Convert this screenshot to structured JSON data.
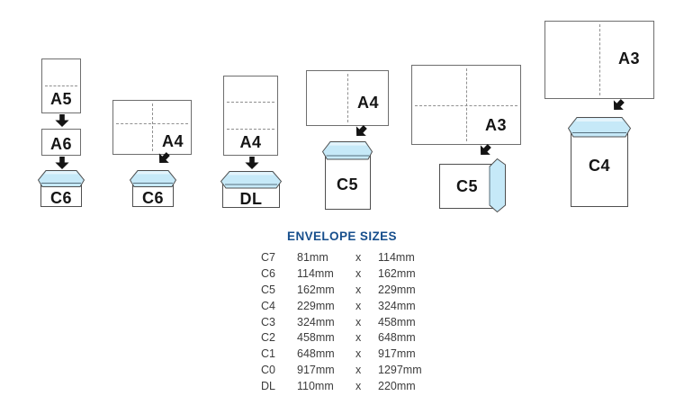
{
  "diagram": {
    "groups": [
      {
        "id": "a5-a6-to-c6",
        "papers": [
          {
            "label": "A5"
          },
          {
            "label": "A6"
          }
        ],
        "envelope": {
          "label": "C6"
        }
      },
      {
        "id": "a4-to-c6",
        "papers": [
          {
            "label": "A4"
          }
        ],
        "envelope": {
          "label": "C6"
        }
      },
      {
        "id": "a4-to-dl",
        "papers": [
          {
            "label": "A4"
          }
        ],
        "envelope": {
          "label": "DL"
        }
      },
      {
        "id": "a4-to-c5",
        "papers": [
          {
            "label": "A4"
          }
        ],
        "envelope": {
          "label": "C5"
        }
      },
      {
        "id": "a3-to-c5",
        "papers": [
          {
            "label": "A3"
          }
        ],
        "envelope": {
          "label": "C5"
        }
      },
      {
        "id": "a3-to-c4",
        "papers": [
          {
            "label": "A3"
          }
        ],
        "envelope": {
          "label": "C4"
        }
      }
    ]
  },
  "table": {
    "title": "ENVELOPE SIZES",
    "separator": "x",
    "rows": [
      {
        "size": "C7",
        "w": "81mm",
        "h": "114mm"
      },
      {
        "size": "C6",
        "w": "114mm",
        "h": "162mm"
      },
      {
        "size": "C5",
        "w": "162mm",
        "h": "229mm"
      },
      {
        "size": "C4",
        "w": "229mm",
        "h": "324mm"
      },
      {
        "size": "C3",
        "w": "324mm",
        "h": "458mm"
      },
      {
        "size": "C2",
        "w": "458mm",
        "h": "648mm"
      },
      {
        "size": "C1",
        "w": "648mm",
        "h": "917mm"
      },
      {
        "size": "C0",
        "w": "917mm",
        "h": "1297mm"
      },
      {
        "size": "DL",
        "w": "110mm",
        "h": "220mm"
      }
    ]
  },
  "colors": {
    "flap_blue": "#c6e9f8",
    "flap_highlight": "#e4f4fc",
    "outline_gray": "#4f4f4f",
    "title_blue": "#164e8c",
    "arrow_black": "#141414"
  }
}
